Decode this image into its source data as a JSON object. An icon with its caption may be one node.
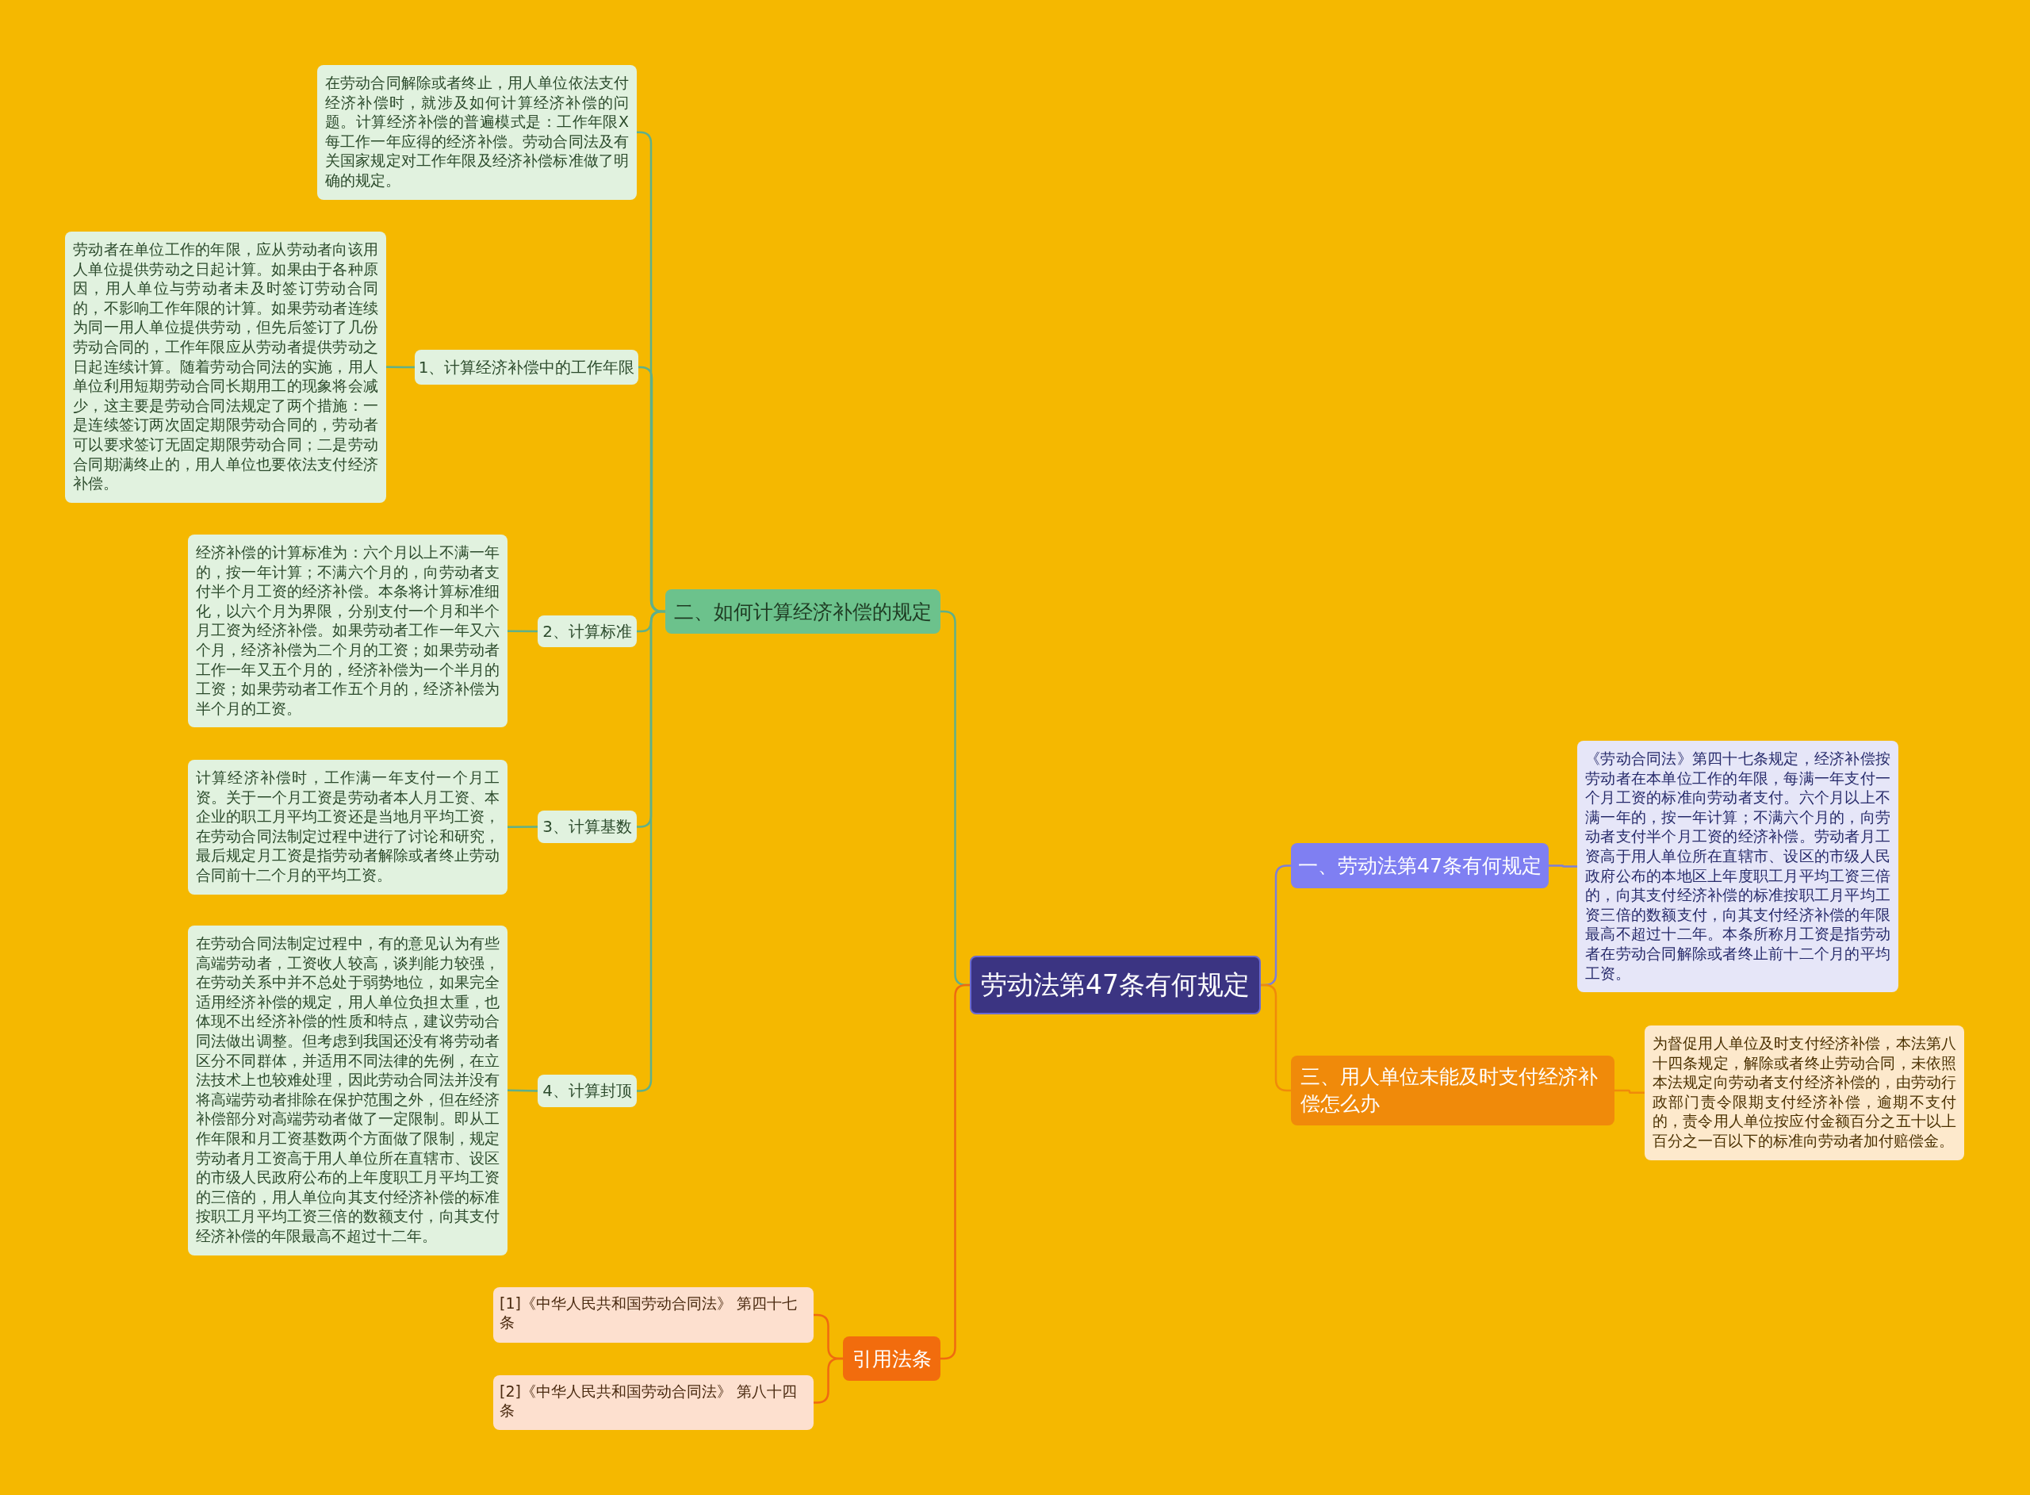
{
  "diagram": {
    "nodes": [
      {
        "text": [
          "劳动法第47条有何规定"
        ]
      },
      {
        "text": [
          "二、如何计算经济补偿的规定"
        ]
      },
      {
        "text": [
          "在劳动合同解除或者终止，用人单位依法支付经济补偿时，就涉及如何计算经济补偿的问题。计算经济补偿的普遍模式是：工作年限X每工作一年应得的经济补偿。劳动合同法及有关国家规定对工作年限及经济补偿标准做了明确的规定。"
        ]
      },
      {
        "text": [
          "1、计算经济补偿中的工作年限"
        ]
      },
      {
        "text": [
          "劳动者在单位工作的年限，应从劳动者向该用人单位提供劳动之日起计算。如果由于各种原因，用人单位与劳动者未及时签订劳动合同的，不影响工作年限的计算。如果劳动者连续为同一用人单位提供劳动，但先后签订了几份劳动合同的，工作年限应从劳动者提供劳动之日起连续计算。随着劳动合同法的实施，用人单位利用短期劳动合同长期用工的现象将会减少，这主要是劳动合同法规定了两个措施：一是连续签订两次固定期限劳动合同的，劳动者可以要求签订无固定期限劳动合同；二是劳动合同期满终止的，用人单位也要依法支付经济补偿。"
        ]
      },
      {
        "text": [
          "2、计算标准"
        ]
      },
      {
        "text": [
          "经济补偿的计算标准为：六个月以上不满一年的，按一年计算；不满六个月的，向劳动者支付半个月工资的经济补偿。本条将计算标准细化，以六个月为界限，分别支付一个月和半个月工资为经济补偿。如果劳动者工作一年又六个月，经济补偿为二个月的工资；如果劳动者工作一年又五个月的，经济补偿为一个半月的工资；如果劳动者工作五个月的，经济补偿为半个月的工资。"
        ]
      },
      {
        "text": [
          "3、计算基数"
        ]
      },
      {
        "text": [
          "计算经济补偿时，工作满一年支付一个月工资。关于一个月工资是劳动者本人月工资、本企业的职工月平均工资还是当地月平均工资，在劳动合同法制定过程中进行了讨论和研究，最后规定月工资是指劳动者解除或者终止劳动合同前十二个月的平均工资。"
        ]
      },
      {
        "text": [
          "4、计算封顶"
        ]
      },
      {
        "text": [
          "在劳动合同法制定过程中，有的意见认为有些高端劳动者，工资收人较高，谈判能力较强，在劳动关系中并不总处于弱势地位，如果完全适用经济补偿的规定，用人单位负担太重，也体现不出经济补偿的性质和特点，建议劳动合同法做出调整。但考虑到我国还没有将劳动者区分不同群体，并适用不同法律的先例，在立法技术上也较难处理，因此劳动合同法并没有将高端劳动者排除在保护范围之外，但在经济补偿部分对高端劳动者做了一定限制。即从工作年限和月工资基数两个方面做了限制，规定劳动者月工资高于用人单位所在直辖市、设区的市级人民政府公布的上年度职工月平均工资的三倍的，用人单位向其支付经济补偿的标准按职工月平均工资三倍的数额支付，向其支付经济补偿的年限最高不超过十二年。"
        ]
      },
      {
        "text": [
          "一、劳动法第47条有何规定"
        ]
      },
      {
        "text": [
          "《劳动合同法》第四十七条规定，经济补偿按劳动者在本单位工作的年限，每满一年支付一个月工资的标准向劳动者支付。六个月以上不满一年的，按一年计算；不满六个月的，向劳动者支付半个月工资的经济补偿。劳动者月工资高于用人单位所在直辖市、设区的市级人民政府公布的本地区上年度职工月平均工资三倍的，向其支付经济补偿的标准按职工月平均工资三倍的数额支付，向其支付经济补偿的年限最高不超过十二年。本条所称月工资是指劳动者在劳动合同解除或者终止前十二个月的平均工资。"
        ]
      },
      {
        "text": [
          "三、用人单位未能及时支付经济补偿怎么办"
        ]
      },
      {
        "text": [
          "为督促用人单位及时支付经济补偿，本法第八十四条规定，解除或者终止劳动合同，未依照本法规定向劳动者支付经济补偿的，由劳动行政部门责令限期支付经济补偿，逾期不支付的，责令用人单位按应付金额百分之五十以上百分之一百以下的标准向劳动者加付赔偿金。"
        ]
      },
      {
        "text": [
          "引用法条"
        ]
      },
      {
        "text": [
          "[1]《中华人民共和国劳动合同法》 第四十七条"
        ]
      },
      {
        "text": [
          "[2]《中华人民共和国劳动合同法》 第八十四条"
        ]
      }
    ],
    "edges": [
      {
        "from": 0,
        "to": 1,
        "arrow": "none"
      },
      {
        "from": 1,
        "to": 2,
        "arrow": "none"
      },
      {
        "from": 1,
        "to": 3,
        "arrow": "none"
      },
      {
        "from": 3,
        "to": 4,
        "arrow": "none"
      },
      {
        "from": 1,
        "to": 5,
        "arrow": "none"
      },
      {
        "from": 5,
        "to": 6,
        "arrow": "none"
      },
      {
        "from": 1,
        "to": 7,
        "arrow": "none"
      },
      {
        "from": 7,
        "to": 8,
        "arrow": "none"
      },
      {
        "from": 1,
        "to": 9,
        "arrow": "none"
      },
      {
        "from": 9,
        "to": 10,
        "arrow": "none"
      },
      {
        "from": 0,
        "to": 11,
        "arrow": "none",
        "color": "#7d7fd8"
      },
      {
        "from": 11,
        "to": 12,
        "arrow": "none",
        "color": "#7d7fd8"
      },
      {
        "from": 0,
        "to": 13,
        "arrow": "none",
        "color": "#f08a0a"
      },
      {
        "from": 13,
        "to": 14,
        "arrow": "none",
        "color": "#f08a0a"
      },
      {
        "from": 0,
        "to": 15,
        "arrow": "none",
        "color": "#ef6a10"
      },
      {
        "from": 15,
        "to": 16,
        "arrow": "none",
        "color": "#ef6a10"
      },
      {
        "from": 15,
        "to": 17,
        "arrow": "none",
        "color": "#ef6a10"
      }
    ]
  }
}
